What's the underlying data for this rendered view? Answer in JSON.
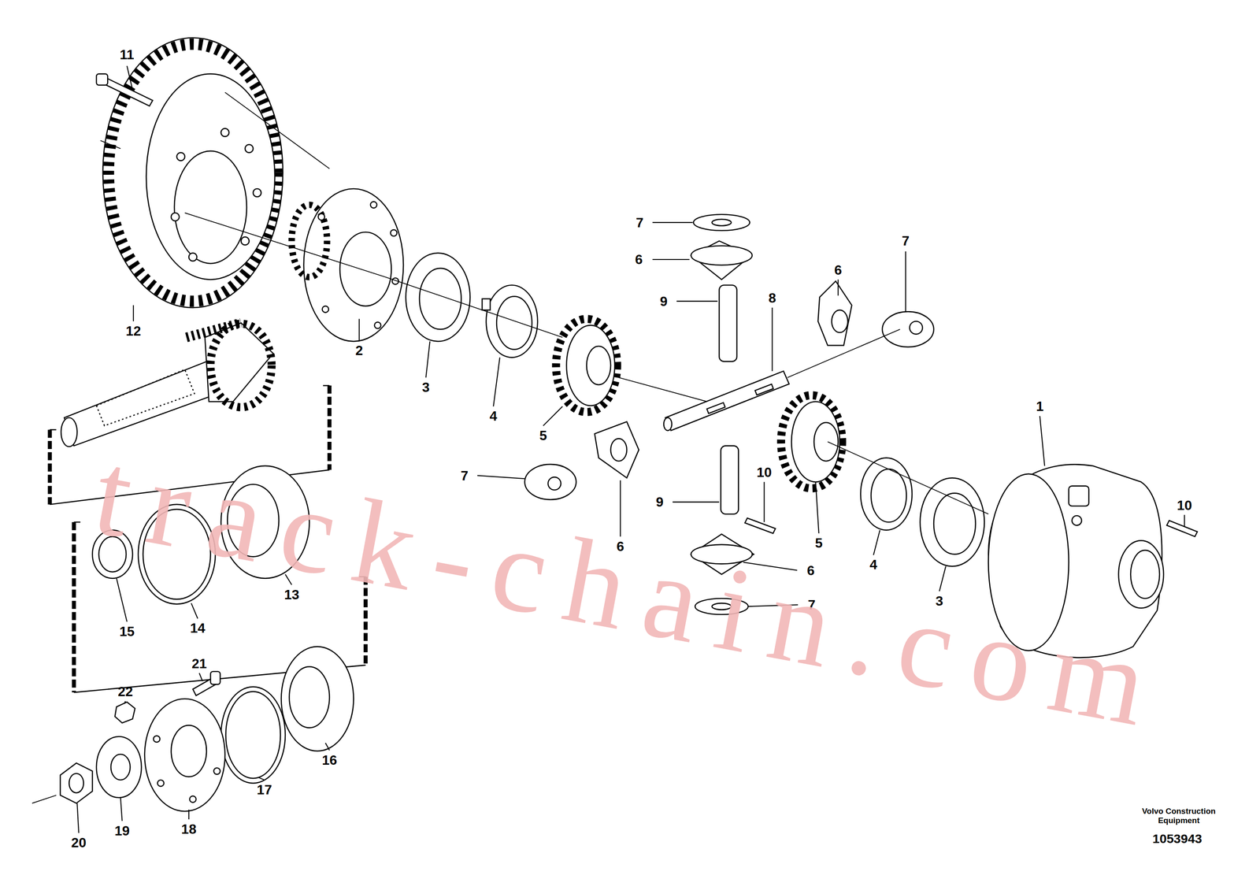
{
  "diagram": {
    "labels": [
      "11",
      "12",
      "2",
      "3",
      "4",
      "5",
      "7",
      "6",
      "9",
      "8",
      "7",
      "6",
      "1",
      "7",
      "10",
      "9",
      "6",
      "5",
      "4",
      "3",
      "10",
      "6",
      "7",
      "13",
      "15",
      "14",
      "21",
      "22",
      "16",
      "17",
      "18",
      "19",
      "20",
      "Volvo Construction Equipment",
      "1053943",
      "track-chain.com"
    ]
  }
}
